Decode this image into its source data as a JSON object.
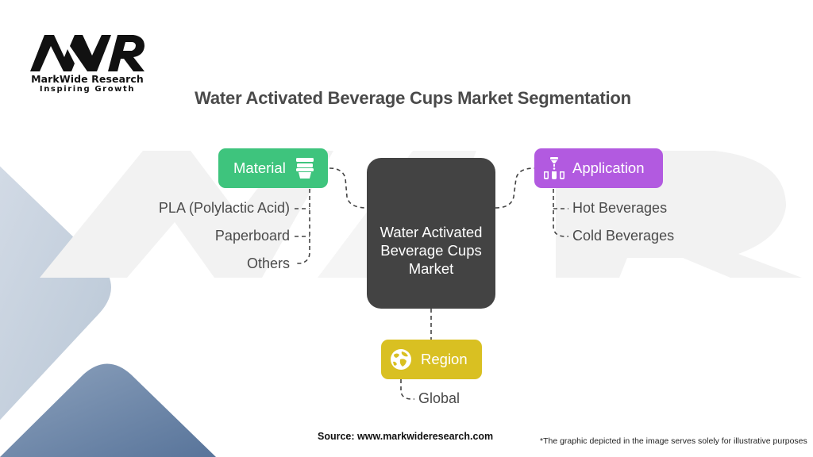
{
  "brand": {
    "logo_mark": "MWR",
    "name": "MarkWide Research",
    "tagline": "Inspiring Growth"
  },
  "title": "Water Activated Beverage Cups Market Segmentation",
  "center_node": {
    "label": "Water Activated Beverage Cups Market"
  },
  "segments": [
    {
      "name": "Material",
      "color": "#3ec47d",
      "icon": "stacked-cups-icon",
      "items": [
        "PLA (Polylactic Acid)",
        "Paperboard",
        "Others"
      ]
    },
    {
      "name": "Application",
      "color": "#b25ae0",
      "icon": "beverage-dispenser-icon",
      "items": [
        "Hot Beverages",
        "Cold Beverages"
      ]
    },
    {
      "name": "Region",
      "color": "#d9c022",
      "icon": "globe-icon",
      "items": [
        "Global"
      ]
    }
  ],
  "footer": {
    "source": "Source: www.markwideresearch.com",
    "note": "*The graphic depicted in the image serves  solely for illustrative purposes"
  },
  "colors": {
    "center_node": "#434343",
    "text": "#4a4a4a",
    "connector": "#444444",
    "bg_shape_light": "#c3cfdc",
    "bg_shape_dark": "#6a83a3"
  }
}
